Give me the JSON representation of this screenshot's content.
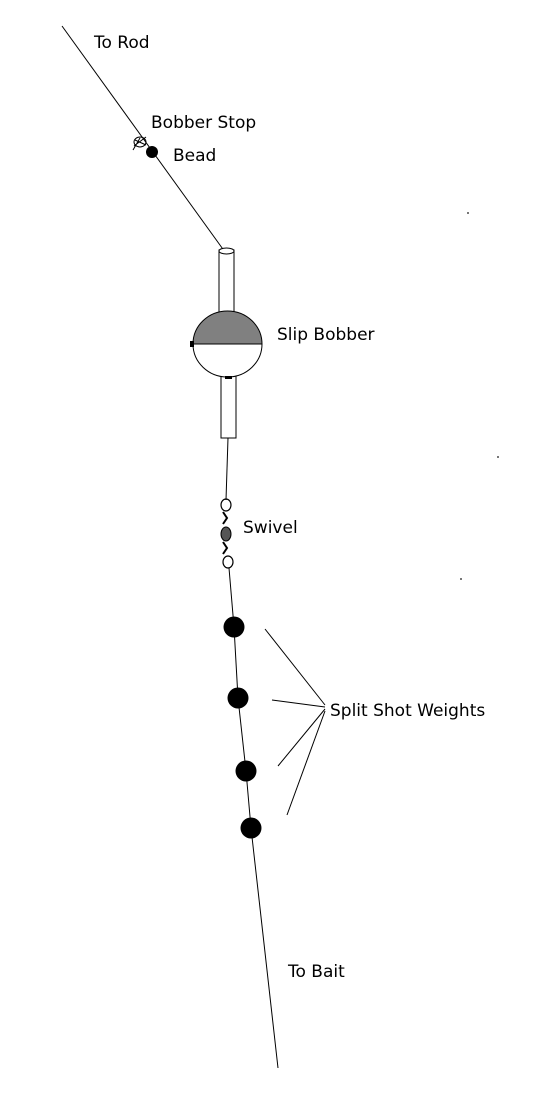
{
  "labels": {
    "to_rod": "To Rod",
    "bobber_stop": "Bobber Stop",
    "bead": "Bead",
    "slip_bobber": "Slip Bobber",
    "swivel": "Swivel",
    "split_shot_weights": "Split Shot Weights",
    "to_bait": "To Bait"
  },
  "colors": {
    "line": "#000000",
    "bobber_top": "#808080",
    "bobber_bottom": "#ffffff",
    "weight": "#000000",
    "swivel_body": "#555555"
  }
}
